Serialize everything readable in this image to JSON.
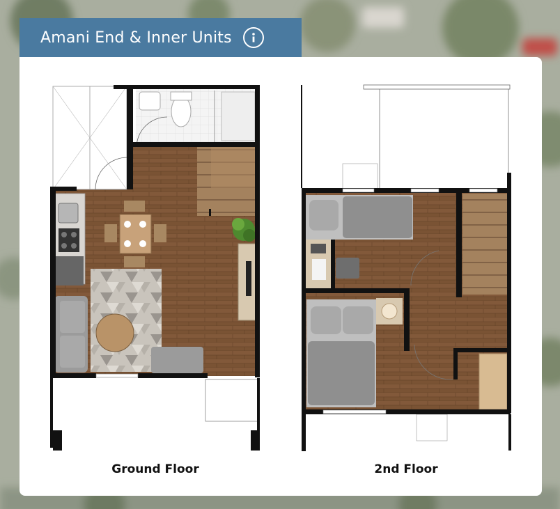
{
  "header": {
    "title": "Amani End & Inner Units",
    "info_icon": "info-circle-icon"
  },
  "floors": [
    {
      "label": "Ground Floor"
    },
    {
      "label": "2nd Floor"
    }
  ],
  "colors": {
    "header_bg": "#4a7aa0",
    "wood_floor": "#7a5334",
    "wall": "#111111",
    "tile": "#f2f2f2"
  }
}
